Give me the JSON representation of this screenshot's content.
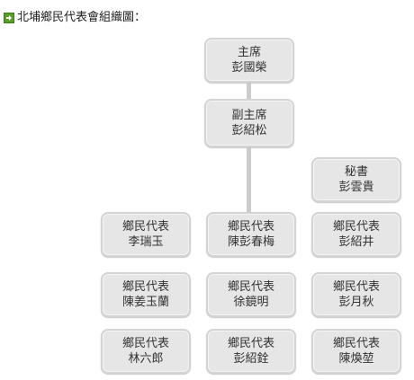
{
  "title": "北埔鄉民代表會組織圖：",
  "colors": {
    "icon_green": "#5a9e2b",
    "node_fill": "#e6e6e6",
    "node_border": "#d4d4d4",
    "connector": "#cccccc"
  },
  "icons": {
    "title_icon": "arrow-right-icon"
  },
  "nodes": {
    "chairman": {
      "role": "主席",
      "name": "彭國榮"
    },
    "vice_chairman": {
      "role": "副主席",
      "name": "彭紹松"
    },
    "secretary": {
      "role": "秘書",
      "name": "彭雲貴"
    },
    "rep_1": {
      "role": "鄉民代表",
      "name": "李瑞玉"
    },
    "rep_2": {
      "role": "鄉民代表",
      "name": "陳彭春梅"
    },
    "rep_3": {
      "role": "鄉民代表",
      "name": "彭紹井"
    },
    "rep_4": {
      "role": "鄉民代表",
      "name": "陳姜玉蘭"
    },
    "rep_5": {
      "role": "鄉民代表",
      "name": "徐鏡明"
    },
    "rep_6": {
      "role": "鄉民代表",
      "name": "彭月秋"
    },
    "rep_7": {
      "role": "鄉民代表",
      "name": "林六郎"
    },
    "rep_8": {
      "role": "鄉民代表",
      "name": "彭紹銓"
    },
    "rep_9": {
      "role": "鄉民代表",
      "name": "陳煥堃"
    }
  }
}
